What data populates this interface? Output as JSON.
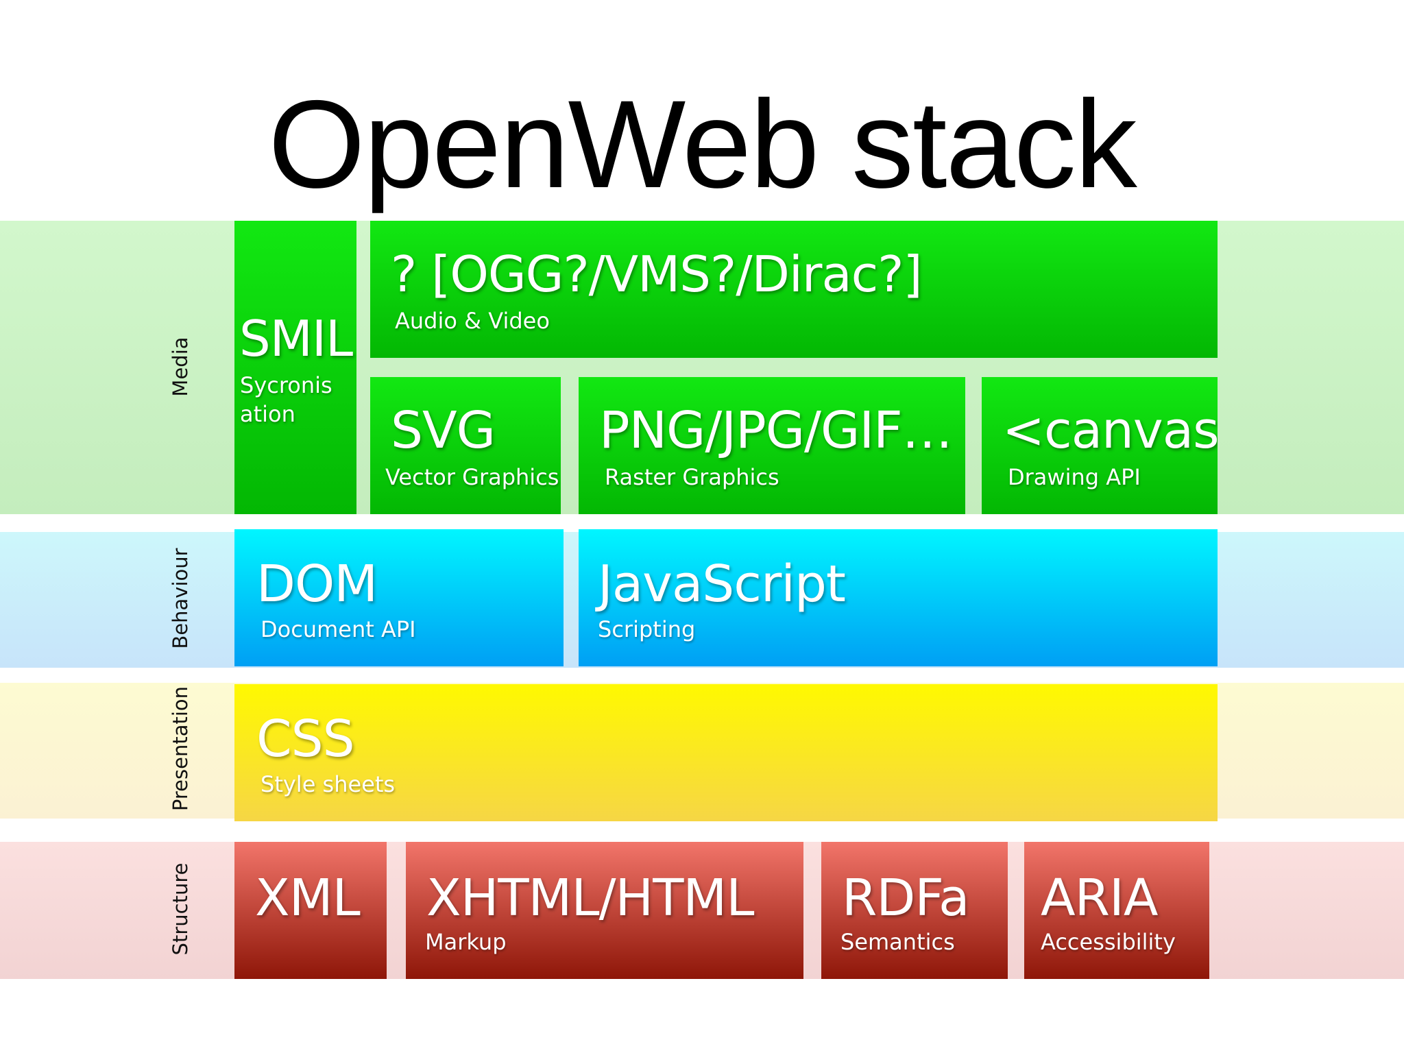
{
  "title": "OpenWeb stack",
  "layers": {
    "media": {
      "label": "Media",
      "smil": {
        "name": "SMIL",
        "desc_line1": "Sycronis",
        "desc_line2": "ation"
      },
      "audio_video": {
        "name": "? [OGG?/VMS?/Dirac?]",
        "desc": "Audio & Video"
      },
      "svg": {
        "name": "SVG",
        "desc": "Vector Graphics"
      },
      "raster": {
        "name": "PNG/JPG/GIF…",
        "desc": "Raster Graphics"
      },
      "canvas": {
        "name": "<canvas>",
        "desc": "Drawing API"
      }
    },
    "behaviour": {
      "label": "Behaviour",
      "dom": {
        "name": "DOM",
        "desc": "Document API"
      },
      "javascript": {
        "name": "JavaScript",
        "desc": "Scripting"
      }
    },
    "presentation": {
      "label": "Presentation",
      "css": {
        "name": "CSS",
        "desc": "Style sheets"
      }
    },
    "structure": {
      "label": "Structure",
      "xml": {
        "name": "XML",
        "desc": ""
      },
      "xhtml": {
        "name": "XHTML/HTML",
        "desc": "Markup"
      },
      "rdfa": {
        "name": "RDFa",
        "desc": "Semantics"
      },
      "aria": {
        "name": "ARIA",
        "desc": "Accessibility"
      }
    }
  },
  "colors": {
    "media": "#07c907",
    "behaviour": "#00c8fa",
    "presentation": "#fbea20",
    "structure": "#c0392b"
  }
}
